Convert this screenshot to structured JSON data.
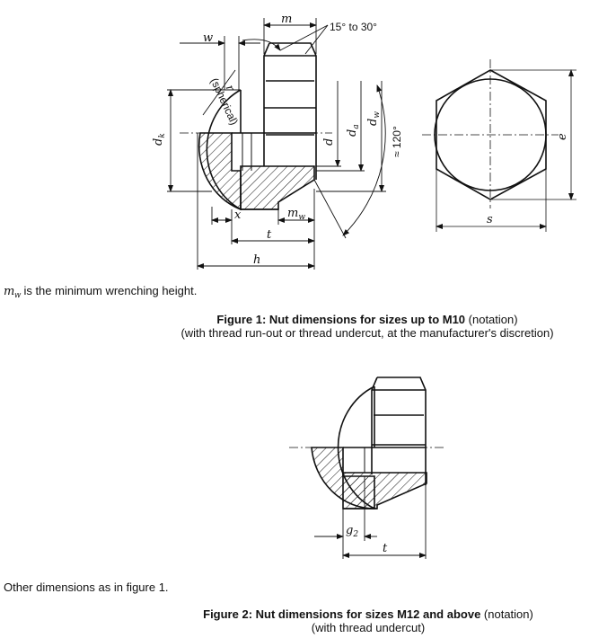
{
  "figure1": {
    "labels": {
      "w": "w",
      "m": "m",
      "angle": "15° to 30°",
      "r": "r",
      "spherical": "(spherical)",
      "dk": "d",
      "dk_sub": "k",
      "d": "d",
      "da": "d",
      "da_sub": "a",
      "dw": "d",
      "dw_sub": "w",
      "approx120": "≈ 120°",
      "e": "e",
      "x": "x",
      "mw": "m",
      "mw_sub": "w",
      "t": "t",
      "h": "h",
      "s": "s"
    },
    "note_var": "m",
    "note_var_sub": "w",
    "note_text": " is the minimum wrenching height.",
    "caption_bold": "Figure 1: Nut dimensions for sizes up to M10",
    "caption_normal": " (notation)",
    "caption_line2": "(with thread run-out or thread undercut, at the manufacturer's discretion)"
  },
  "figure2": {
    "labels": {
      "g2": "g",
      "g2_sub": "2",
      "t": "t"
    },
    "note_text": "Other dimensions as in figure 1.",
    "caption_bold": "Figure 2: Nut dimensions for sizes M12 and above",
    "caption_normal": " (notation)",
    "caption_line2": "(with thread undercut)"
  },
  "colors": {
    "ink": "#111111",
    "paper": "#ffffff"
  }
}
